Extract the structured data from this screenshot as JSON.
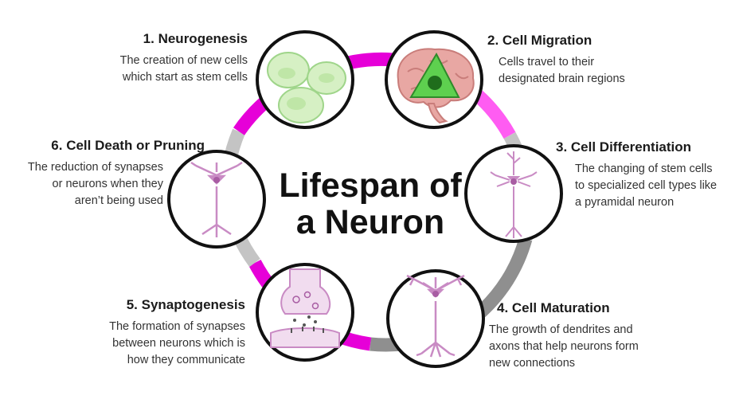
{
  "title": {
    "line1": "Lifespan of",
    "line2": "a Neuron"
  },
  "colors": {
    "magenta": "#e600d8",
    "pink": "#ff5cf2",
    "gray": "#b5b5b5",
    "dark_gray": "#8f8f8f",
    "cell_green": "#d6f0c4",
    "neuron_purple": "#c98bc4"
  },
  "stages": [
    {
      "title": "1. Neurogenesis",
      "desc_lines": [
        "The creation of new cells",
        "which start as stem cells"
      ],
      "icon": "stem-cells-icon"
    },
    {
      "title": "2. Cell Migration",
      "desc_lines": [
        "Cells travel to their",
        "designated brain regions"
      ],
      "icon": "brain-icon"
    },
    {
      "title": "3. Cell Differentiation",
      "desc_lines": [
        "The changing of stem cells",
        "to specialized cell types like",
        "a pyramidal neuron"
      ],
      "icon": "pyramidal-neuron-icon"
    },
    {
      "title": "4. Cell Maturation",
      "desc_lines": [
        "The growth of dendrites and",
        "axons that help neurons form",
        "new connections"
      ],
      "icon": "mature-neuron-icon"
    },
    {
      "title": "5. Synaptogenesis",
      "desc_lines": [
        "The formation of synapses",
        "between neurons which is",
        "how they communicate"
      ],
      "icon": "synapse-icon"
    },
    {
      "title": "6. Cell Death or Pruning",
      "desc_lines": [
        "The reduction of synapses",
        "or neurons when they",
        "aren’t being used"
      ],
      "icon": "pruned-neuron-icon"
    }
  ]
}
